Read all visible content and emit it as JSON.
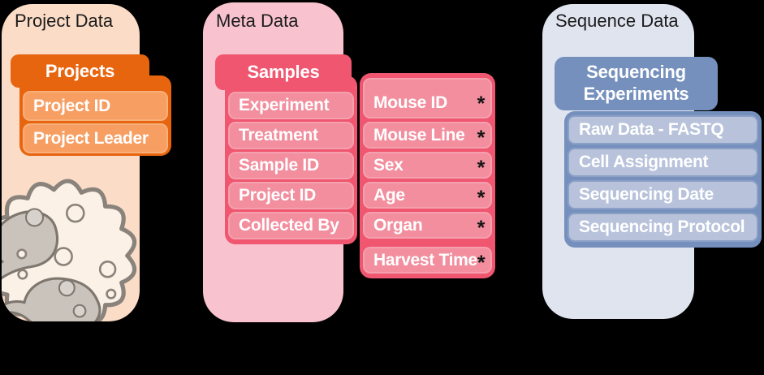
{
  "project": {
    "title": "Project Data",
    "header": "Projects",
    "fields": [
      "Project ID",
      "Project Leader"
    ],
    "colors": {
      "panel": "#FBDCC7",
      "header": "#E8650F",
      "row": "#F79E63"
    }
  },
  "meta": {
    "title": "Meta Data",
    "header": "Samples",
    "sample_fields": [
      "Experiment",
      "Treatment",
      "Sample ID",
      "Project ID",
      "Collected By"
    ],
    "mouse_fields": [
      "Mouse ID",
      "Mouse Line",
      "Sex",
      "Age",
      "Organ",
      "Harvest Time"
    ],
    "required_marker": "*",
    "colors": {
      "panel": "#F8C3CF",
      "header": "#F0566F",
      "row": "#F28E9E"
    }
  },
  "sequence": {
    "title": "Sequence Data",
    "header": "Sequencing Experiments",
    "fields": [
      "Raw Data - FASTQ",
      "Cell Assignment",
      "Sequencing Date",
      "Sequencing Protocol"
    ],
    "colors": {
      "panel": "#DFE4EF",
      "header": "#7590BD",
      "row": "#B8C3DB"
    }
  },
  "illustration": {
    "icon": "immune-cell-icon"
  }
}
